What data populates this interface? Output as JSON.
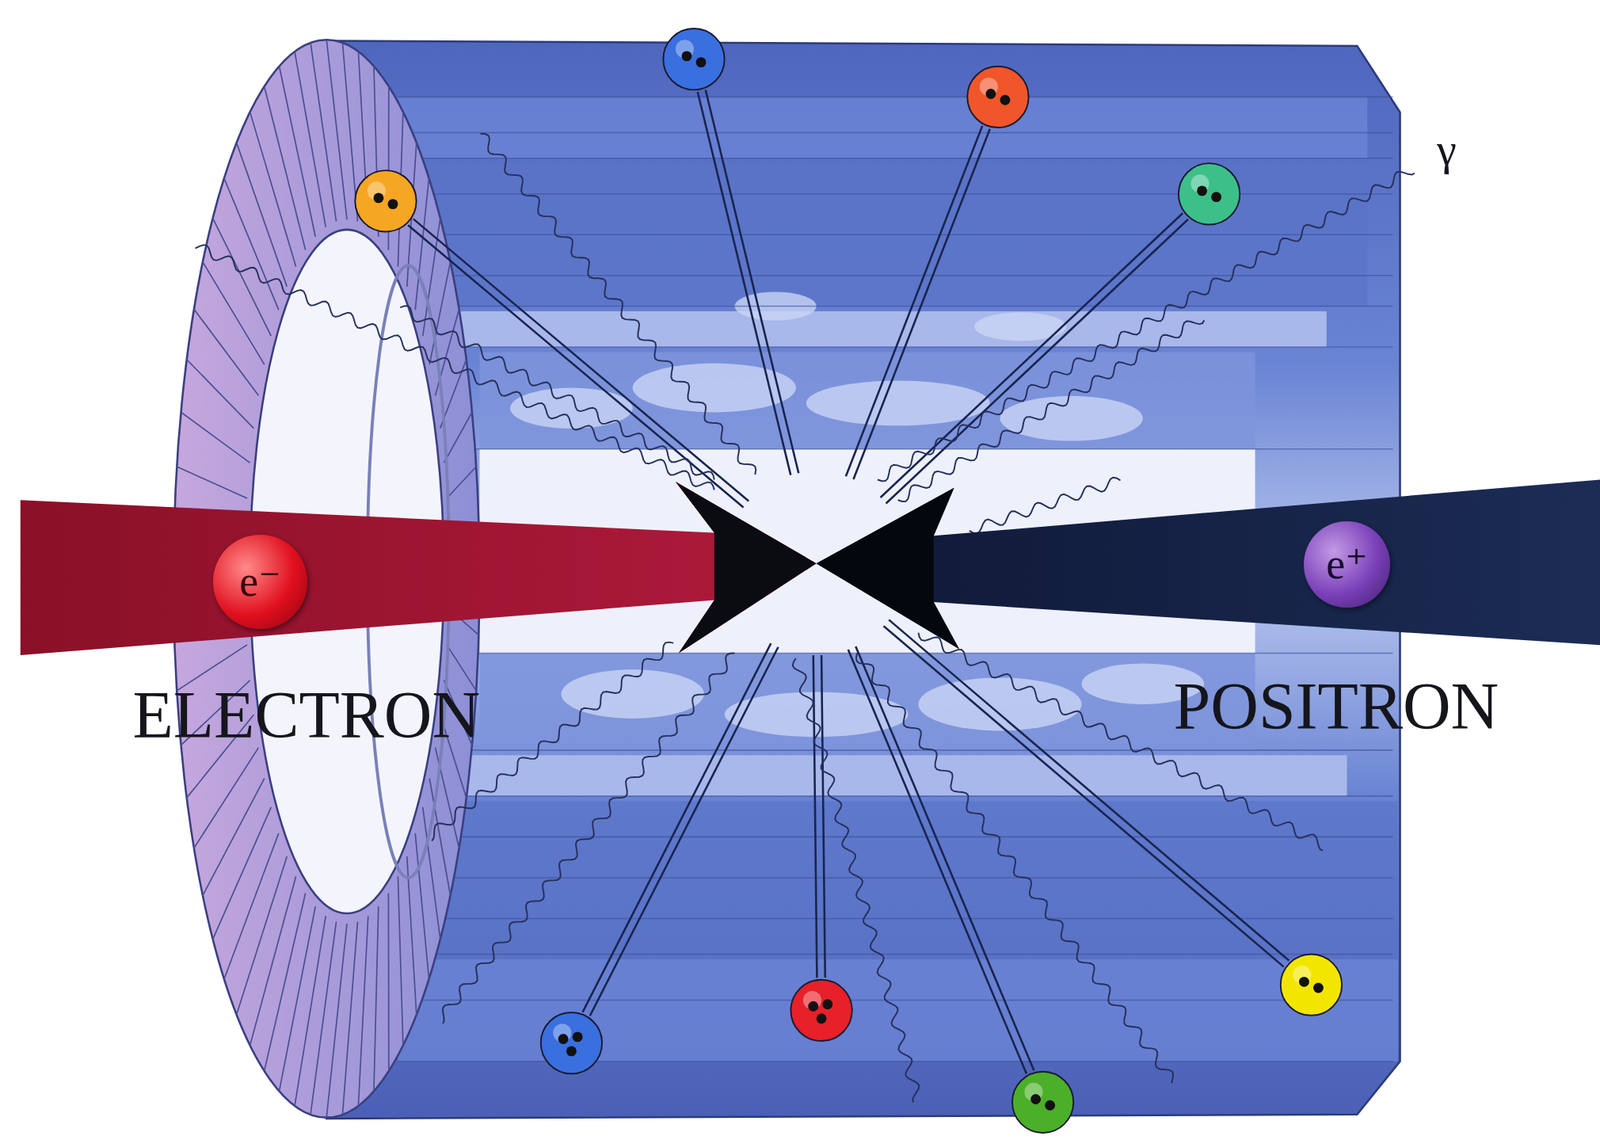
{
  "diagram": {
    "nodes": [
      {
        "text": [
          "e⁻"
        ]
      },
      {
        "text": [
          "e⁺"
        ]
      }
    ],
    "labels": [
      "ELECTRON",
      "POSITRON",
      "γ"
    ]
  }
}
